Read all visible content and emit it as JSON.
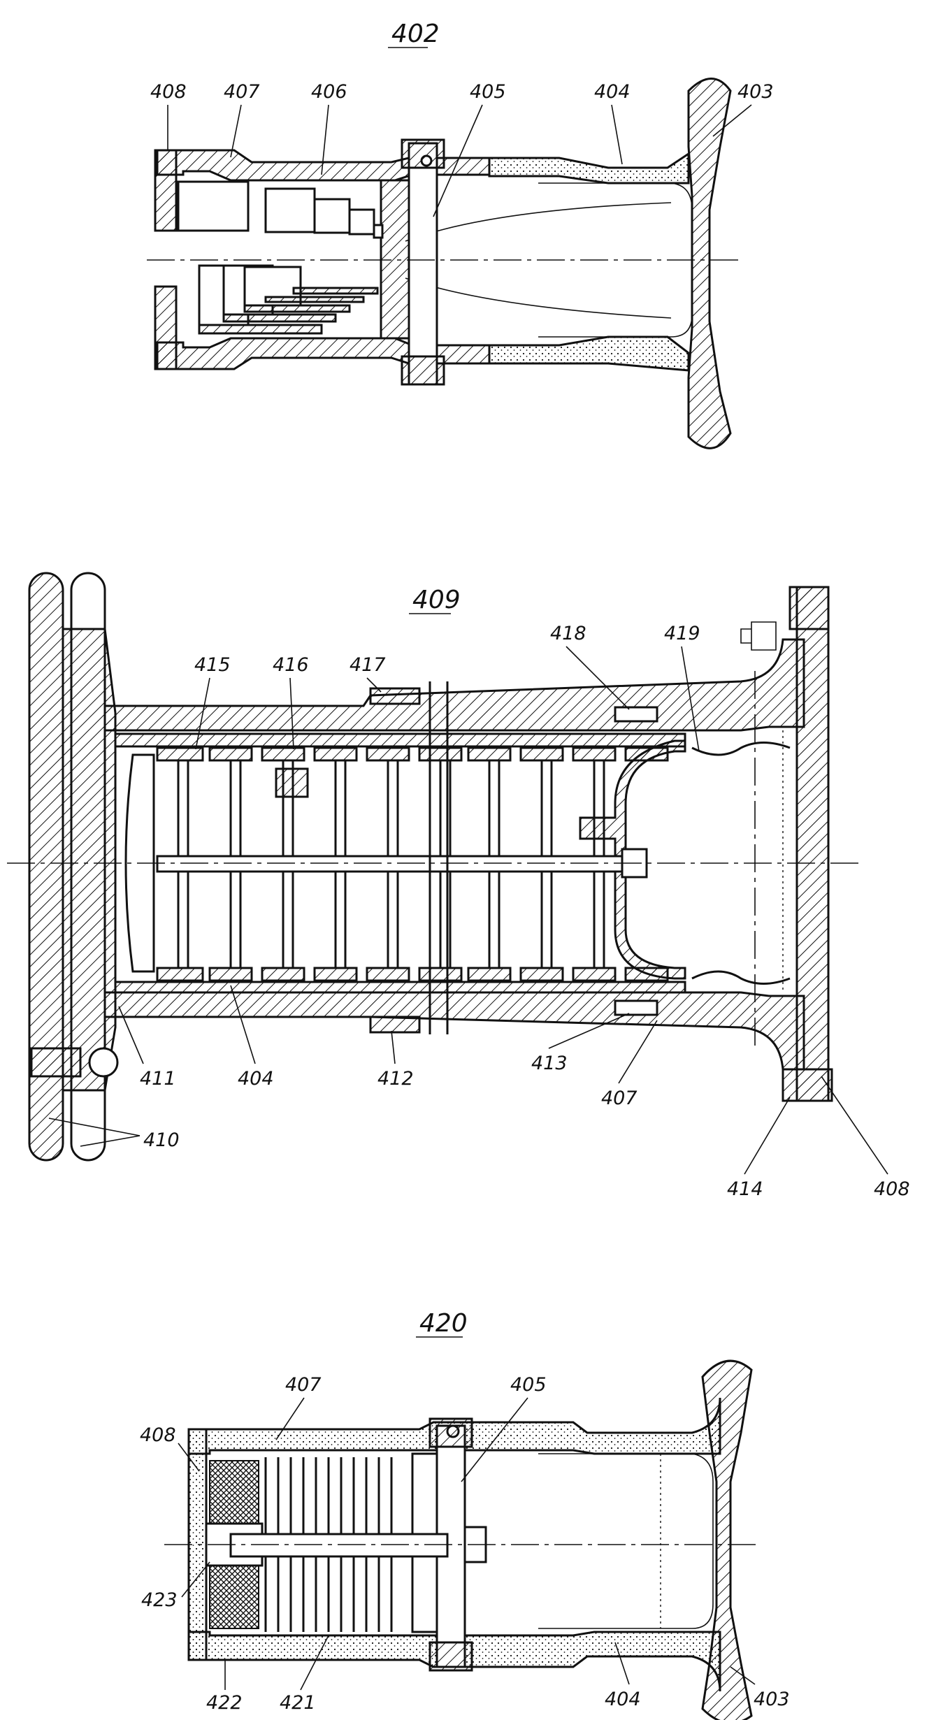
{
  "figures": [
    {
      "id": "fig-402",
      "title": "402",
      "labels": [
        "408",
        "407",
        "406",
        "405",
        "404",
        "403"
      ]
    },
    {
      "id": "fig-409",
      "title": "409",
      "labels": [
        "415",
        "416",
        "417",
        "418",
        "419",
        "411",
        "404",
        "412",
        "413",
        "407",
        "414",
        "408",
        "410"
      ]
    },
    {
      "id": "fig-420",
      "title": "420",
      "labels": [
        "407",
        "405",
        "408",
        "423",
        "422",
        "421",
        "404",
        "403"
      ]
    }
  ],
  "colors": {
    "ink": "#111111",
    "paper": "#ffffff"
  }
}
